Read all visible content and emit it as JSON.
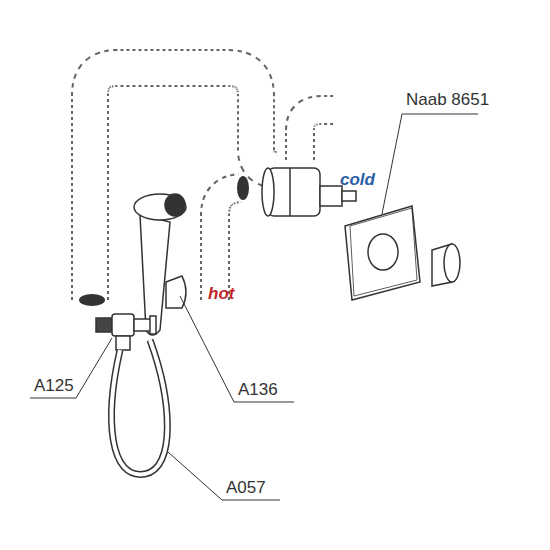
{
  "diagram": {
    "labels": [
      "Naab 8651",
      "cold",
      "hot",
      "A125",
      "A136",
      "A057"
    ]
  }
}
